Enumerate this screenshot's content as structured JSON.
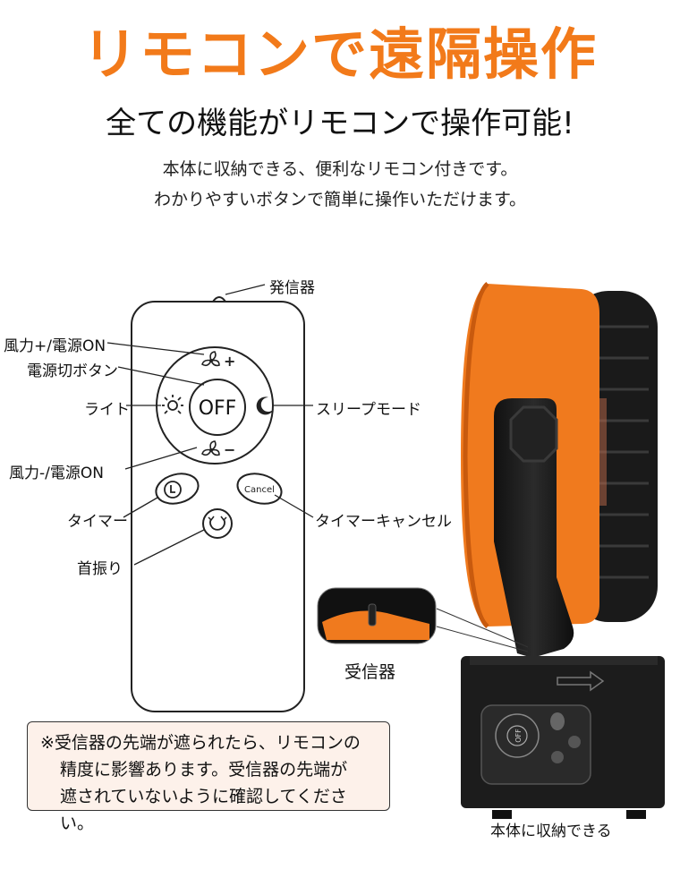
{
  "header": {
    "title": "リモコンで遠隔操作",
    "subtitle": "全ての機能がリモコンで操作可能!",
    "desc_line1": "本体に収納できる、便利なリモコン付きです。",
    "desc_line2": "わかりやすいボタンで簡単に操作いただけます。"
  },
  "remote": {
    "off_label": "OFF",
    "cancel_label": "Cancel",
    "callouts": {
      "transmitter": "発信器",
      "fan_up_power_on": "風力+/電源ON",
      "power_off_button": "電源切ボタン",
      "light": "ライト",
      "sleep_mode": "スリープモード",
      "fan_down_power_on": "風力-/電源ON",
      "timer": "タイマー",
      "timer_cancel": "タイマーキャンセル",
      "oscillation": "首振り"
    }
  },
  "device": {
    "receiver_label": "受信器",
    "stored_label": "本体に収納できる",
    "mini_off_label": "OFF"
  },
  "note": {
    "line1": "※受信器の先端が遮られたら、リモコンの",
    "line2": "精度に影響あります。受信器の先端が",
    "line3": "遮されていないように確認してください。"
  },
  "colors": {
    "accent": "#f27a1a",
    "device_orange": "#f07a1e",
    "device_black": "#1c1c1c",
    "note_bg": "#fdf1ea"
  }
}
